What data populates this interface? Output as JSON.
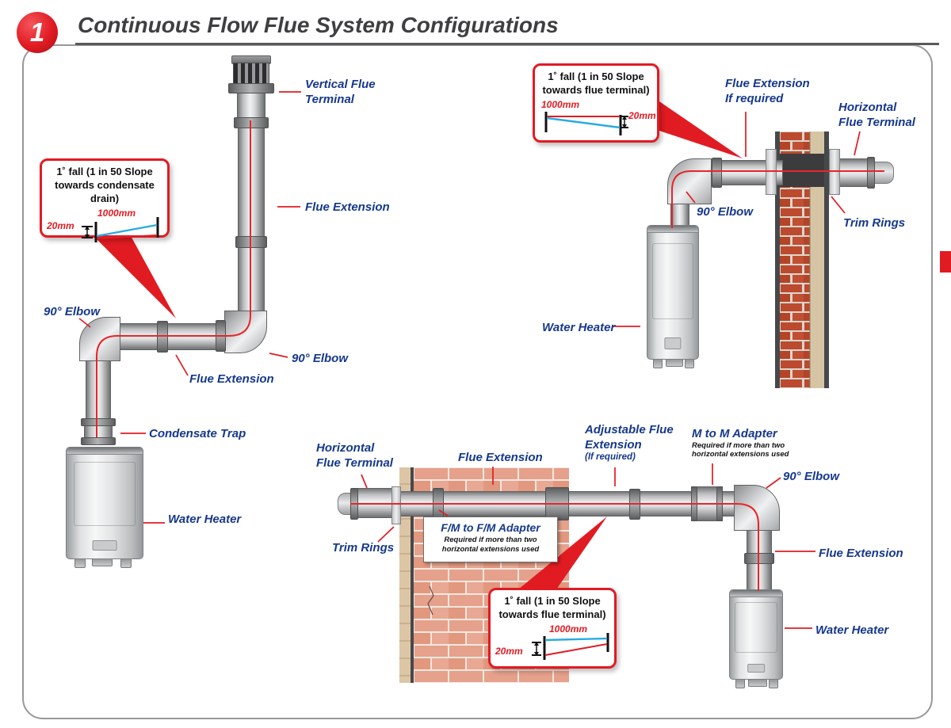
{
  "colors": {
    "accent_red": "#e11b22",
    "label_blue": "#16388c",
    "slope_blue": "#29abe2"
  },
  "header": {
    "badge_number": "1",
    "title": "Continuous Flow Flue System Configurations"
  },
  "vertical_config": {
    "labels": {
      "terminal_l1": "Vertical Flue",
      "terminal_l2": "Terminal",
      "flue_extension_upper": "Flue Extension",
      "elbow_upper": "90° Elbow",
      "flue_extension_lower": "Flue Extension",
      "elbow_lower": "90° Elbow",
      "condensate_trap": "Condensate Trap",
      "water_heater": "Water Heater"
    },
    "callout": {
      "title_l1": "1˚ fall  (1 in 50 Slope",
      "title_l2": "towards condensate drain)",
      "length": "1000mm",
      "drop": "20mm"
    }
  },
  "horizontal_config": {
    "labels": {
      "flue_extension_l1": "Flue Extension",
      "flue_extension_l2": "If required",
      "terminal_l1": "Horizontal",
      "terminal_l2": "Flue Terminal",
      "elbow": "90° Elbow",
      "trim_rings": "Trim Rings",
      "water_heater": "Water Heater"
    },
    "callout": {
      "title_l1": "1˚ fall  (1 in 50 Slope",
      "title_l2": "towards flue terminal)",
      "length": "1000mm",
      "drop": "20mm"
    }
  },
  "long_config": {
    "labels": {
      "terminal_l1": "Horizontal",
      "terminal_l2": "Flue Terminal",
      "flue_extension_top": "Flue Extension",
      "adjustable_l1": "Adjustable Flue",
      "adjustable_l2": "Extension",
      "adjustable_note": "(If required)",
      "m_adapter": "M to M Adapter",
      "m_adapter_note_l1": "Required if more than two",
      "m_adapter_note_l2": "horizontal extensions used",
      "elbow": "90° Elbow",
      "trim_rings": "Trim Rings",
      "fm_adapter": "F/M to F/M Adapter",
      "fm_adapter_note_l1": "Required if more than two",
      "fm_adapter_note_l2": "horizontal extensions used",
      "flue_extension_right": "Flue Extension",
      "water_heater": "Water Heater"
    },
    "callout": {
      "title_l1": "1˚ fall  (1 in 50 Slope",
      "title_l2": "towards flue terminal)",
      "length": "1000mm",
      "drop": "20mm"
    }
  }
}
